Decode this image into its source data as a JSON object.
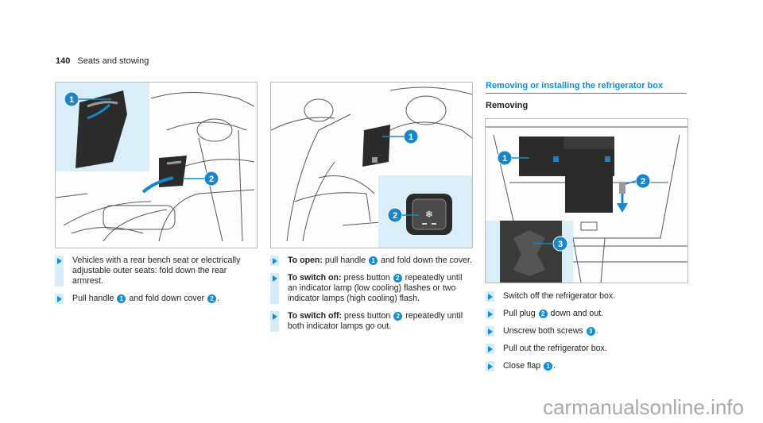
{
  "header": {
    "page_number": "140",
    "section": "Seats and stowing"
  },
  "figures": {
    "fig1": {
      "callouts": [
        "1",
        "2"
      ]
    },
    "fig2": {
      "callouts": [
        "1",
        "2"
      ]
    },
    "fig3": {
      "callouts": [
        "1",
        "2",
        "3"
      ]
    }
  },
  "column1": {
    "step1": "Vehicles with a rear bench seat or electrically adjustable outer seats: fold down the rear armrest.",
    "step2": {
      "a": "Pull handle",
      "n1": "1",
      "b": "and fold down cover",
      "n2": "2",
      "c": "."
    }
  },
  "column2": {
    "step1": {
      "label": "To open:",
      "a": "pull handle",
      "n1": "1",
      "b": "and fold down the cover."
    },
    "step2": {
      "label": "To switch on:",
      "a": "press button",
      "n1": "2",
      "b": "repeatedly until an indicator lamp (low cooling) flashes or two indicator lamps (high cooling) flash."
    },
    "step3": {
      "label": "To switch off:",
      "a": "press button",
      "n1": "2",
      "b": "repeatedly until both indicator lamps go out."
    }
  },
  "column3": {
    "title": "Removing or installing the refrigerator box",
    "subtitle": "Removing",
    "step1": "Switch off the refrigerator box.",
    "step2": {
      "a": "Pull plug",
      "n1": "2",
      "b": "down and out."
    },
    "step3": {
      "a": "Unscrew both screws",
      "n1": "3",
      "b": "."
    },
    "step4": "Pull out the refrigerator box.",
    "step5": {
      "a": "Close flap",
      "n1": "1",
      "b": "."
    }
  },
  "watermark": "carmanualsonline.info"
}
